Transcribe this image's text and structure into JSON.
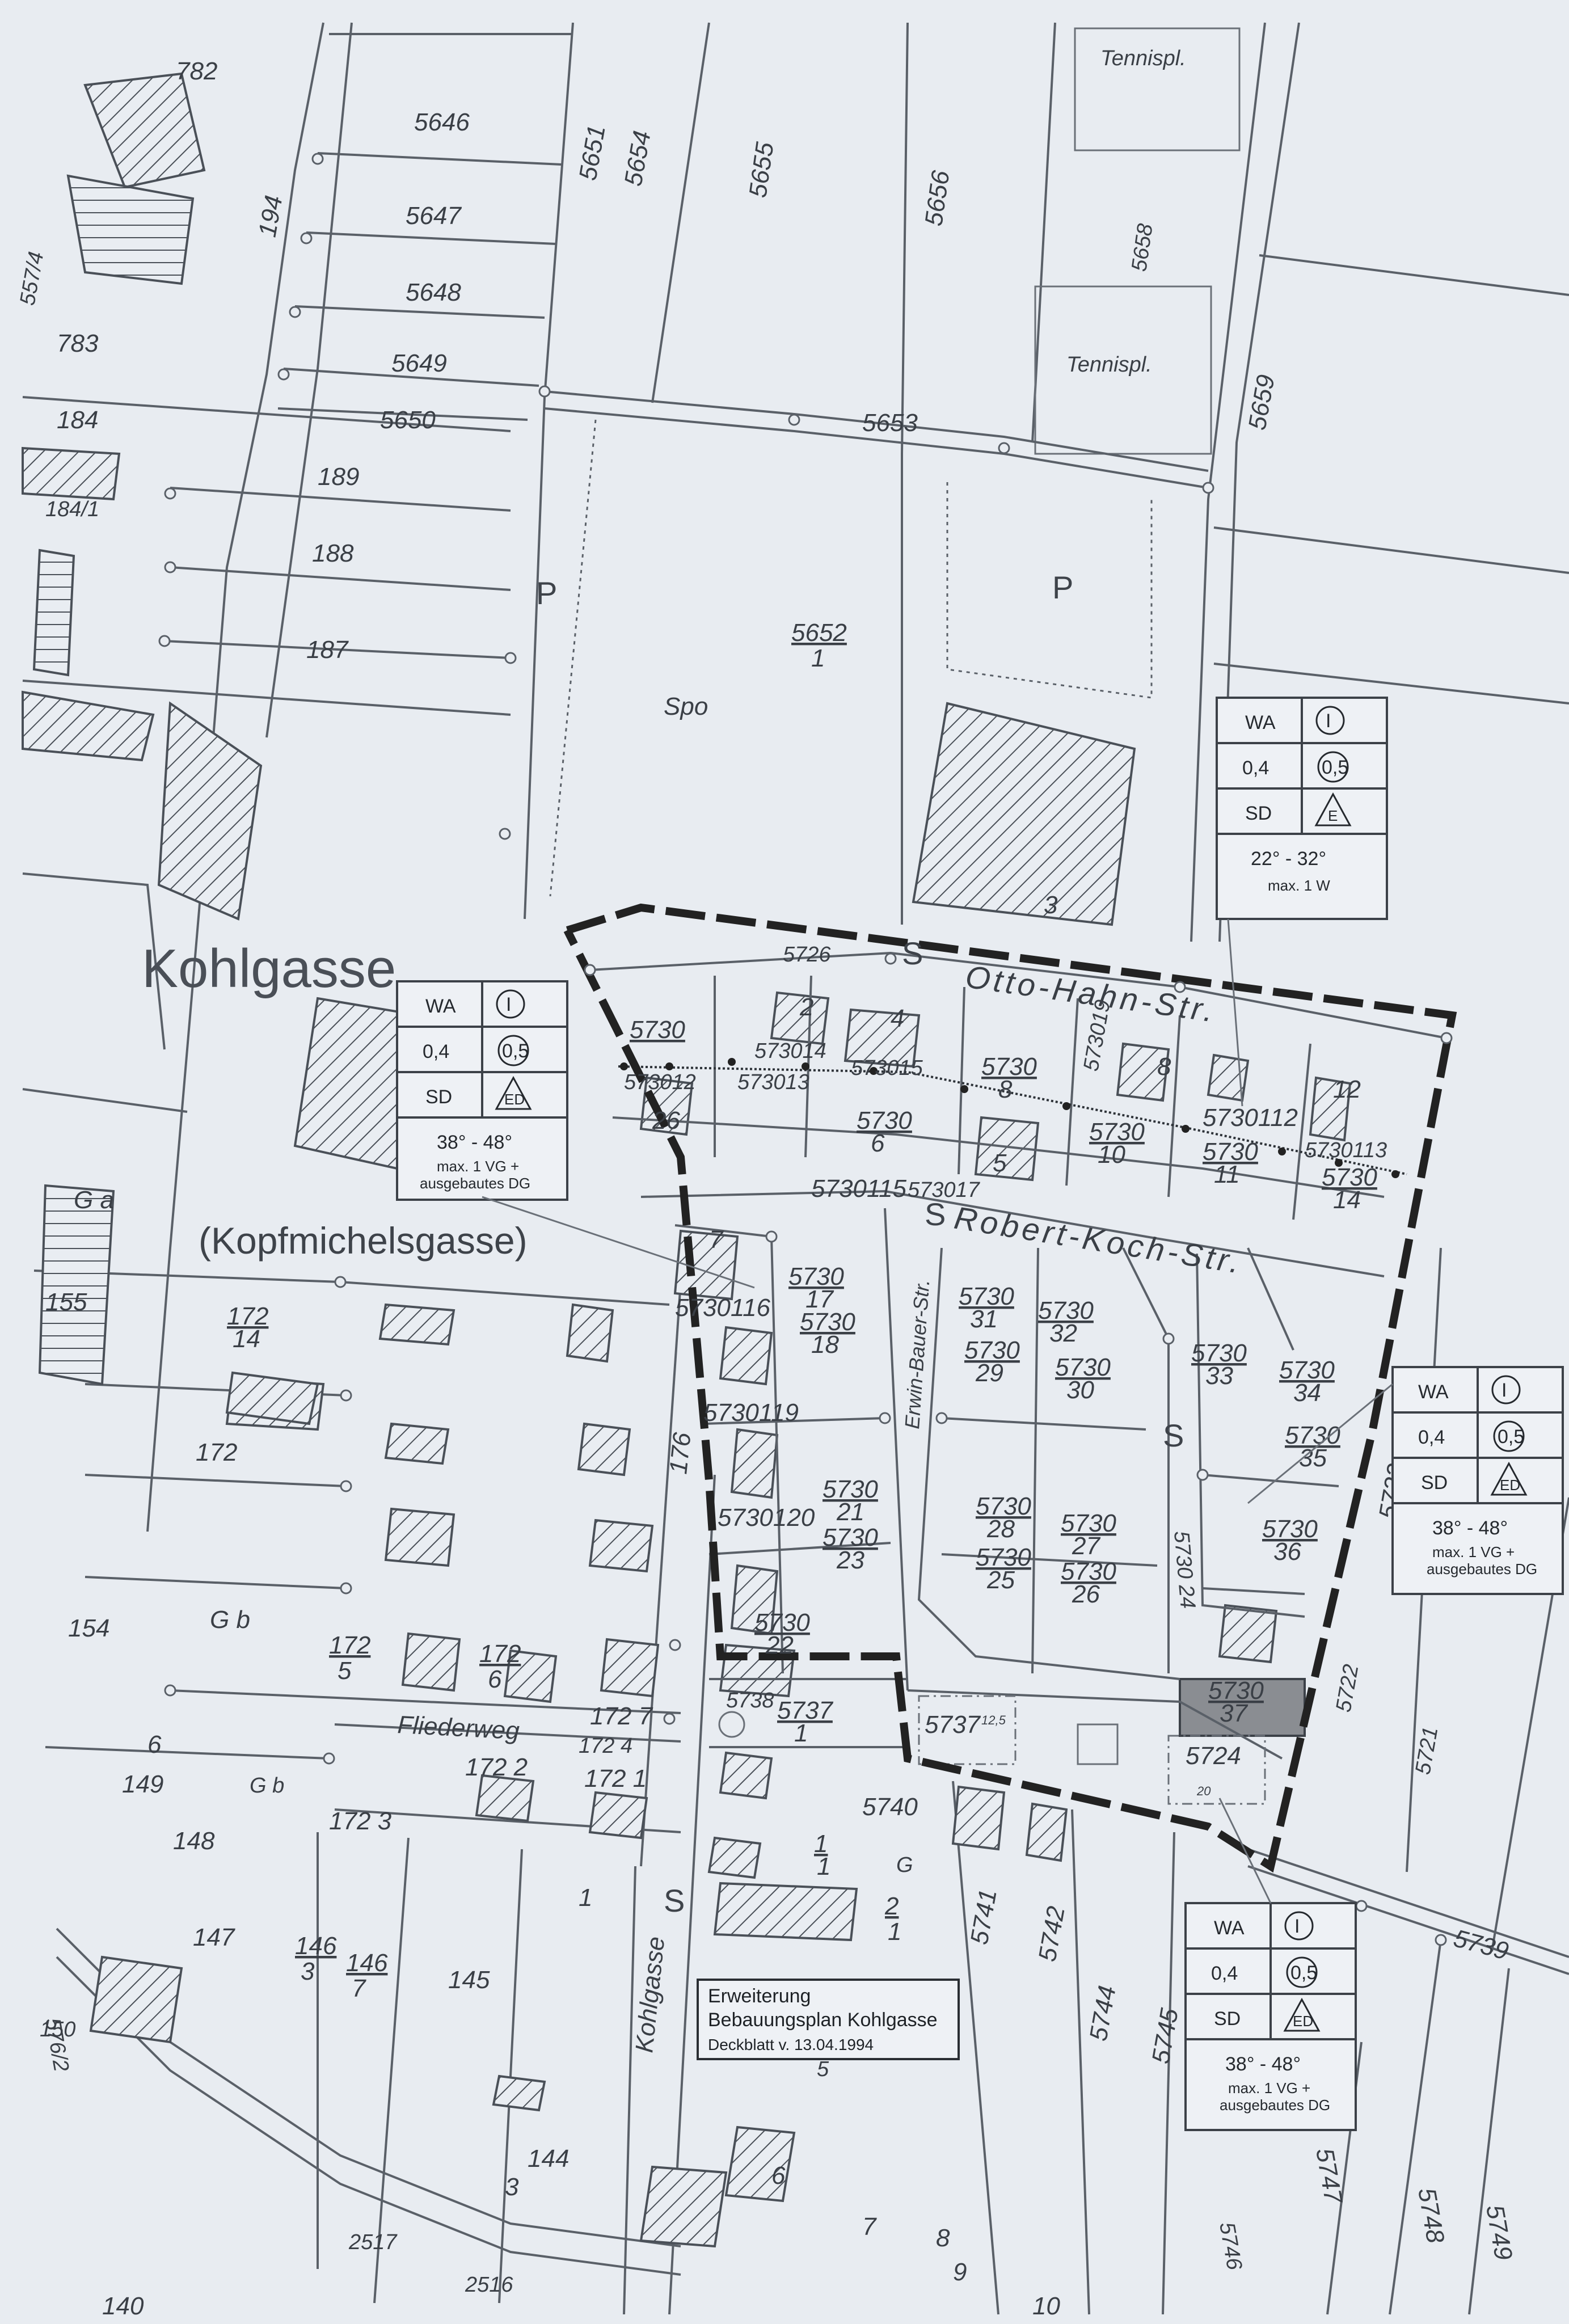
{
  "place_names": {
    "kohlgasse_area": "Kohlgasse",
    "kopfmichelsgasse": "(Kopfmichelsgasse)"
  },
  "streets": {
    "otto_hahn": "Otto-Hahn-Str.",
    "robert_koch": "Robert-Koch-Str.",
    "erwin_bauer": "Erwin-Bauer-Str.",
    "kohlgasse": "Kohlgasse",
    "fliederweg": "Fliederweg"
  },
  "facilities": {
    "tennis_1": "Tennispl.",
    "tennis_2": "Tennispl.",
    "parking_1": "P",
    "parking_2": "P",
    "sport": "Spo"
  },
  "title_block": {
    "line1": "Erweiterung",
    "line2": "Bebauungsplan Kohlgasse",
    "line3": "Deckblatt v. 13.04.1994"
  },
  "zoning_boxes": [
    {
      "use": "WA",
      "storeys": "I",
      "grz": "0,4",
      "gfz": "0,5",
      "roof": "SD",
      "build": "E",
      "pitch": "22° - 32°",
      "note1": "max. 1 W",
      "note2": ""
    },
    {
      "use": "WA",
      "storeys": "I",
      "grz": "0,4",
      "gfz": "0,5",
      "roof": "SD",
      "build": "ED",
      "pitch": "38° - 48°",
      "note1": "max. 1 VG  +",
      "note2": "ausgebautes DG"
    },
    {
      "use": "WA",
      "storeys": "I",
      "grz": "0,4",
      "gfz": "0,5",
      "roof": "SD",
      "build": "ED",
      "pitch": "38° - 48°",
      "note1": "max. 1 VG  +",
      "note2": "ausgebautes DG"
    },
    {
      "use": "WA",
      "storeys": "I",
      "grz": "0,4",
      "gfz": "0,5",
      "roof": "SD",
      "build": "ED",
      "pitch": "38° - 48°",
      "note1": "max. 1 VG  +",
      "note2": "ausgebautes DG"
    }
  ],
  "parcels": {
    "p5646": "5646",
    "p5647": "5647",
    "p5648": "5648",
    "p5649": "5649",
    "p5650": "5650",
    "p5651": "5651",
    "p5654": "5654",
    "p5655": "5655",
    "p5656": "5656",
    "p5658": "5658",
    "p5659": "5659",
    "p5653": "5653",
    "p5652": "5652",
    "p5652d": "1",
    "p782": "782",
    "p194": "194",
    "p783": "783",
    "p184": "184",
    "p184_1": "184/1",
    "p189": "189",
    "p188": "188",
    "p187": "187",
    "p155": "155",
    "p172_14n": "172",
    "p172_14d": "14",
    "p172": "172",
    "p154": "154",
    "p149": "149",
    "p148": "148",
    "p147": "147",
    "p145": "145",
    "p144": "144",
    "p146_3n": "146",
    "p146_3d": "3",
    "p146_7n": "146",
    "p146_7d": "7",
    "p172_5n": "172",
    "p172_5d": "5",
    "p172_6n": "172",
    "p172_6d": "6",
    "p172_7": "172 7",
    "p172_1": "172 1",
    "p172_2": "172 2",
    "p172_3": "172 3",
    "p172_4": "172 4",
    "p176": "176",
    "p5726": "5726",
    "p5730a": "5730",
    "p5730_12": "573012",
    "p5730_14": "573014",
    "p5730_13": "573013",
    "p5730_15": "573015",
    "p5730_19": "573019",
    "p5730_8n": "5730",
    "p5730_8d": "8",
    "p5730_6n": "5730",
    "p5730_6d": "6",
    "p5730_17": "573017",
    "p5730_10n": "5730",
    "p5730_10d": "10",
    "p5730_112": "5730112",
    "p5730_11n": "5730",
    "p5730_11d": "11",
    "p5730_113": "5730113",
    "p5730_14bn": "5730",
    "p5730_14bd": "14",
    "p5730_115": "5730115",
    "p5730_116": "5730116",
    "p5730_119": "5730119",
    "p5730_120": "5730120",
    "p5730_17bn": "5730",
    "p5730_17bd": "17",
    "p5730_18n": "5730",
    "p5730_18d": "18",
    "p5730_21n": "5730",
    "p5730_21d": "21",
    "p5730_23n": "5730",
    "p5730_23d": "23",
    "p5730_22n": "5730",
    "p5730_22d": "22",
    "p5730_31n": "5730",
    "p5730_31d": "31",
    "p5730_32n": "5730",
    "p5730_32d": "32",
    "p5730_29n": "5730",
    "p5730_29d": "29",
    "p5730_30n": "5730",
    "p5730_30d": "30",
    "p5730_33n": "5730",
    "p5730_33d": "33",
    "p5730_34n": "5730",
    "p5730_34d": "34",
    "p5730_35n": "5730",
    "p5730_35d": "35",
    "p5730_36n": "5730",
    "p5730_36d": "36",
    "p5730_28n": "5730",
    "p5730_28d": "28",
    "p5730_27n": "5730",
    "p5730_27d": "27",
    "p5730_25n": "5730",
    "p5730_25d": "25",
    "p5730_26n": "5730",
    "p5730_26d": "26",
    "p5730_24": "5730 24",
    "p5730_37n": "5730",
    "p5730_37d": "37",
    "p5737n": "5737",
    "p5737d": "1",
    "p5737b": "5737",
    "p5738": "5738",
    "p5724": "5724",
    "p5740": "5740",
    "p1_1n": "1",
    "p1_1d": "1",
    "p2_1n": "2",
    "p2_1d": "1",
    "p5741": "5741",
    "p5742": "5742",
    "p5744": "5744",
    "p5745": "5745",
    "p5746": "5746",
    "p5747": "5747",
    "p5748": "5748",
    "p5749": "5749",
    "p5739": "5739",
    "p5722": "5722",
    "p5722b": "5722",
    "p5721": "5721",
    "p2516": "2516",
    "p2517": "2517",
    "p5762": "576/2",
    "p5574": "557/4",
    "p140": "140",
    "p150": "150",
    "p6": "6",
    "p7": "7",
    "p8": "8",
    "p9": "9",
    "p10": "10",
    "p5": "5",
    "p3": "3",
    "pGa": "G a",
    "pGb": "G b",
    "pGb2": "G b",
    "pG": "G",
    "pdim1": "12,5",
    "pdim2": "20"
  },
  "house_numbers": {
    "h2": "2",
    "h4": "4",
    "h8": "8",
    "h12": "12",
    "h5": "5",
    "h3": "3",
    "h7": "7",
    "h1": "1",
    "h6": "6",
    "h26": "26"
  }
}
